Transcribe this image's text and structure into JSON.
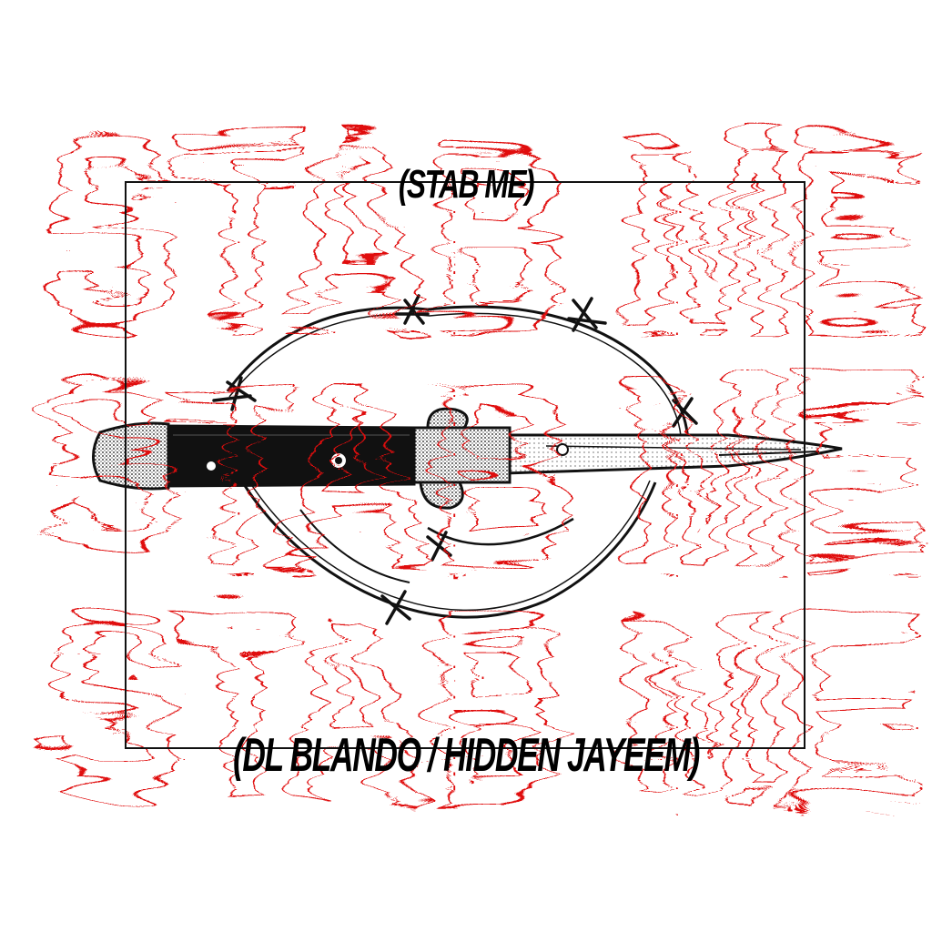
{
  "artwork": {
    "title": "(STAB ME)",
    "artists": "(DL BLANDO / HIDDEN JAYEEM)",
    "background_text": "STAB ME",
    "colors": {
      "background": "#ffffff",
      "outline_text": "#e01010",
      "ink": "#111111",
      "frame": "#111111"
    },
    "illustration": "switchblade-knife-icon",
    "wire": "barbed-wire-icon"
  }
}
